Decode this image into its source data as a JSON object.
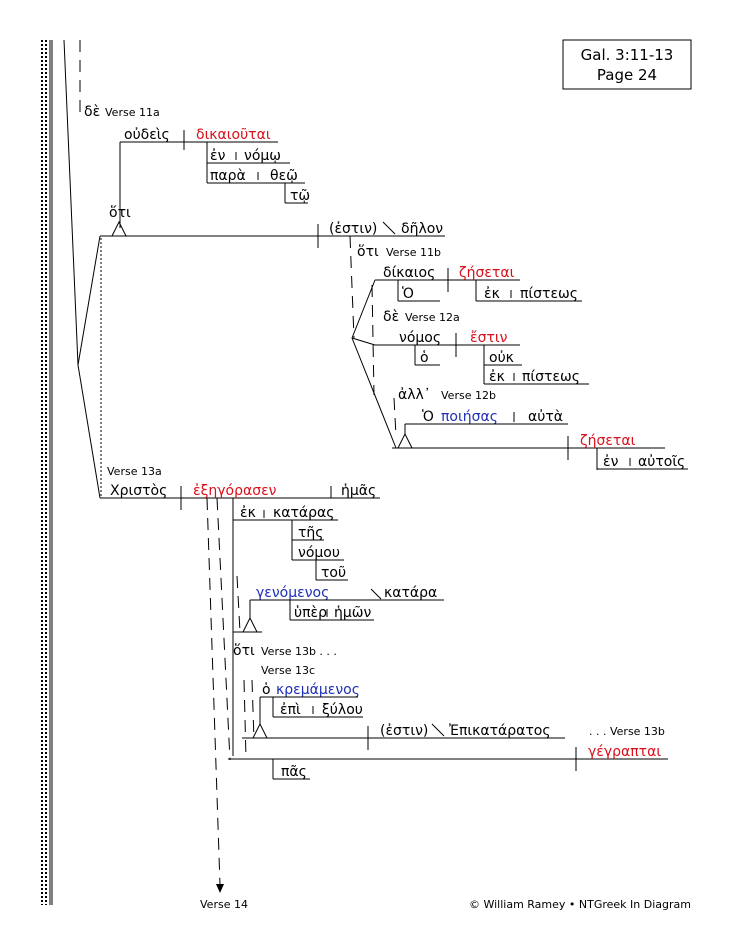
{
  "ref_box": {
    "line1": "Gal. 3:11-13",
    "line2": "Page 24"
  },
  "footer": {
    "verse14": "Verse 14",
    "copyright": "© William Ramey • NTGreek In Diagram"
  },
  "labels": {
    "de": "δὲ",
    "v11a": "Verse 11a",
    "hoti1": "ὅτι",
    "hoti2": "ὅτι",
    "v11b": "Verse 11b",
    "de2": "δὲ",
    "v12a": "Verse 12a",
    "all": "ἀλλ᾽",
    "v12b": "Verse 12b",
    "v13a": "Verse 13a",
    "hoti3": "ὅτι",
    "v13b": "Verse 13b . . .",
    "v13c": "Verse 13c",
    "v13b2": ". . . Verse 13b"
  },
  "words": {
    "oudeis": "οὐδεὶς",
    "dikaioutai": "δικαιοῦται",
    "en": "ἐν",
    "nomo": "νόμῳ",
    "para": "παρὰ",
    "theo": "θεῷ",
    "to": "τῷ",
    "estin": "(ἐστιν)",
    "delon": "δῆλον",
    "dikaios": "δίκαιος",
    "zesetai": "ζήσεται",
    "ho": "Ὁ",
    "ek": "ἐκ",
    "pisteos": "πίστεως",
    "nomos": "νόμος",
    "estin2": "ἔστιν",
    "ho2": "ὁ",
    "ouk": "οὐκ",
    "ek2": "ἐκ",
    "pisteos2": "πίστεως",
    "ho3": "Ὁ",
    "poiesas": "ποιήσας",
    "auta": "αὐτὰ",
    "zesetai2": "ζήσεται",
    "en2": "ἐν",
    "autois": "αὐτοῖς",
    "christos": "Χριστὸς",
    "exegorasen": "ἐξηγόρασεν",
    "hemas": "ἡμᾶς",
    "ek3": "ἐκ",
    "kataras": "κατάρας",
    "tes": "τῆς",
    "nomou": "νόμου",
    "tou": "τοῦ",
    "genomenos": "γενόμενος",
    "katara": "κατάρα",
    "hyper": "ὑπὲρ",
    "hemon": "ἡμῶν",
    "ho4": "ὁ",
    "kremamenos": "κρεμάμενος",
    "epi": "ἐπὶ",
    "xylou": "ξύλου",
    "estin3": "(ἐστιν)",
    "epikataratos": "Ἐπικατάρατος",
    "gegraptai": "γέγραπται",
    "pas": "πᾶς"
  },
  "colors": {
    "verb_red": "#d9101a",
    "participle_blue": "#1f2fb8",
    "line": "#000000"
  }
}
